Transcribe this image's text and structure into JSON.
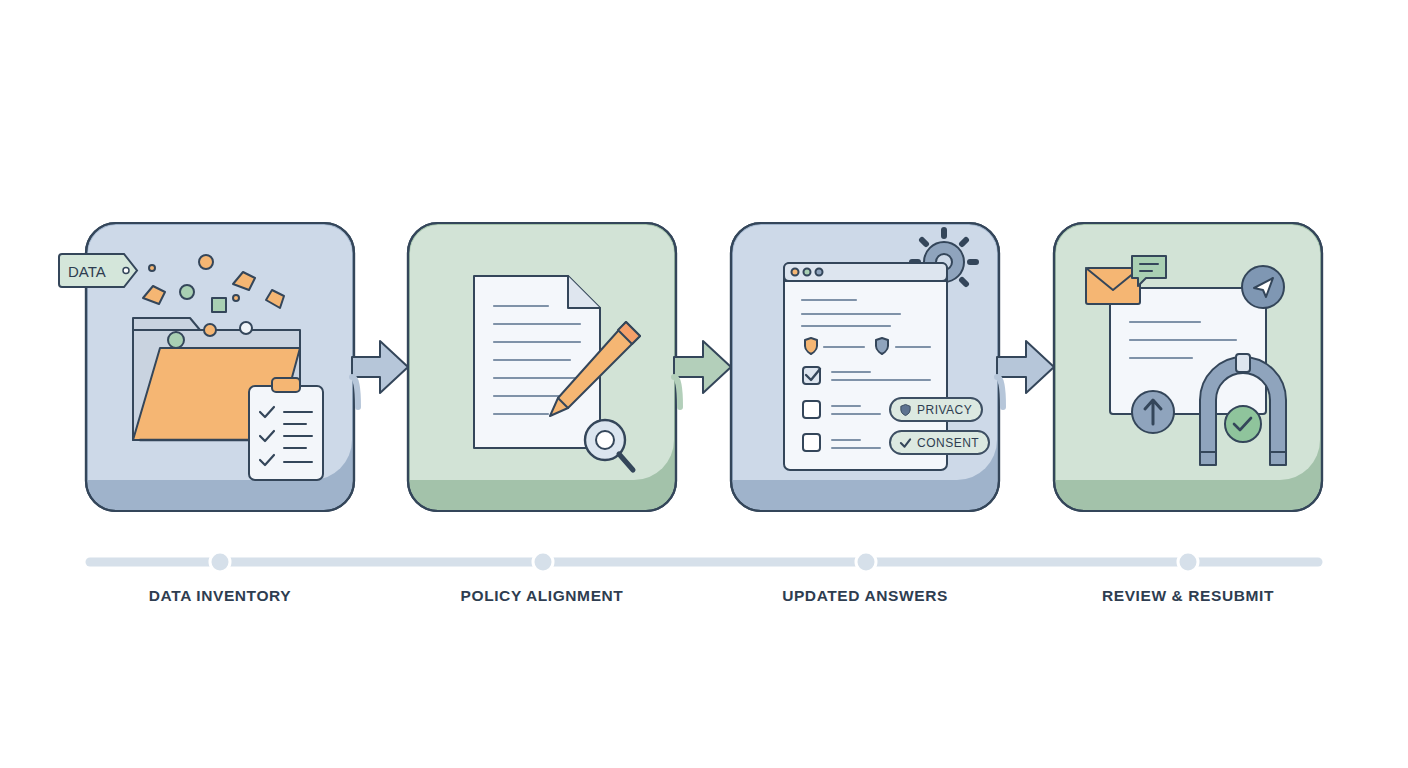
{
  "diagram": {
    "nodes": [
      {
        "text": [
          "DATA INVENTORY"
        ]
      },
      {
        "text": [
          "DATA"
        ],
        "in": 0
      },
      {
        "text": [
          "POLICY ALIGNMENT"
        ]
      },
      {
        "text": [
          "UPDATED ANSWERS"
        ]
      },
      {
        "text": [
          "PRIVACY"
        ],
        "in": 3
      },
      {
        "text": [
          "CONSENT"
        ],
        "in": 3
      },
      {
        "text": [
          "REVIEW & RESUBMIT"
        ]
      }
    ],
    "edges": [
      {
        "from": 0,
        "to": 2,
        "arrow": "to"
      },
      {
        "from": 2,
        "to": 3,
        "arrow": "to"
      },
      {
        "from": 3,
        "to": 6,
        "arrow": "to"
      }
    ]
  }
}
